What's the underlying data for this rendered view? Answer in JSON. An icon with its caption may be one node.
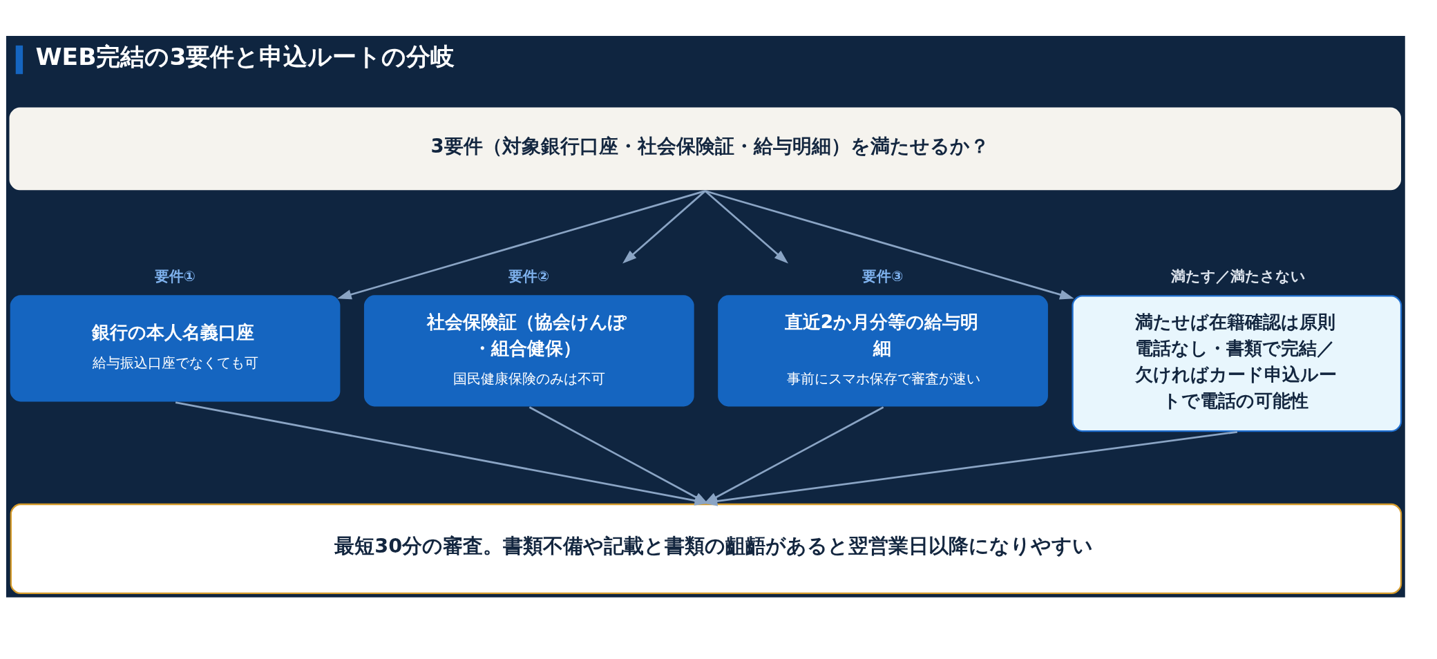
{
  "diagram": {
    "title": "WEB完結の3要件と申込ルートの分岐",
    "nodes": [
      {
        "text": [
          "3要件（対象銀行口座・社会保険証・給与明細）を満たせるか？"
        ]
      },
      {
        "text": [
          "要件①",
          "銀行の本人名義口座",
          "給与振込口座でなくても可"
        ]
      },
      {
        "text": [
          "要件②",
          "社会保険証（協会けんぽ・組合健保）",
          "国民健康保険のみは不可"
        ]
      },
      {
        "text": [
          "要件③",
          "直近2か月分等の給与明細",
          "事前にスマホ保存で審査が速い"
        ]
      },
      {
        "text": [
          "満たす／満たさない",
          "満たせば在籍確認は原則電話なし・書類で完結／欠ければカード申込ルートで電話の可能性"
        ]
      },
      {
        "text": [
          "最短30分の審査。書類不備や記載と書類の齟齬があると翌営業日以降になりやすい"
        ]
      }
    ],
    "edges": [
      {
        "from": 0,
        "to": 1,
        "arrow": "to"
      },
      {
        "from": 0,
        "to": 2,
        "arrow": "to"
      },
      {
        "from": 0,
        "to": 3,
        "arrow": "to"
      },
      {
        "from": 0,
        "to": 4,
        "arrow": "to"
      },
      {
        "from": 1,
        "to": 5,
        "arrow": "to"
      },
      {
        "from": 2,
        "to": 5,
        "arrow": "to"
      },
      {
        "from": 3,
        "to": 5,
        "arrow": "to"
      },
      {
        "from": 4,
        "to": 5,
        "arrow": "to"
      }
    ]
  }
}
